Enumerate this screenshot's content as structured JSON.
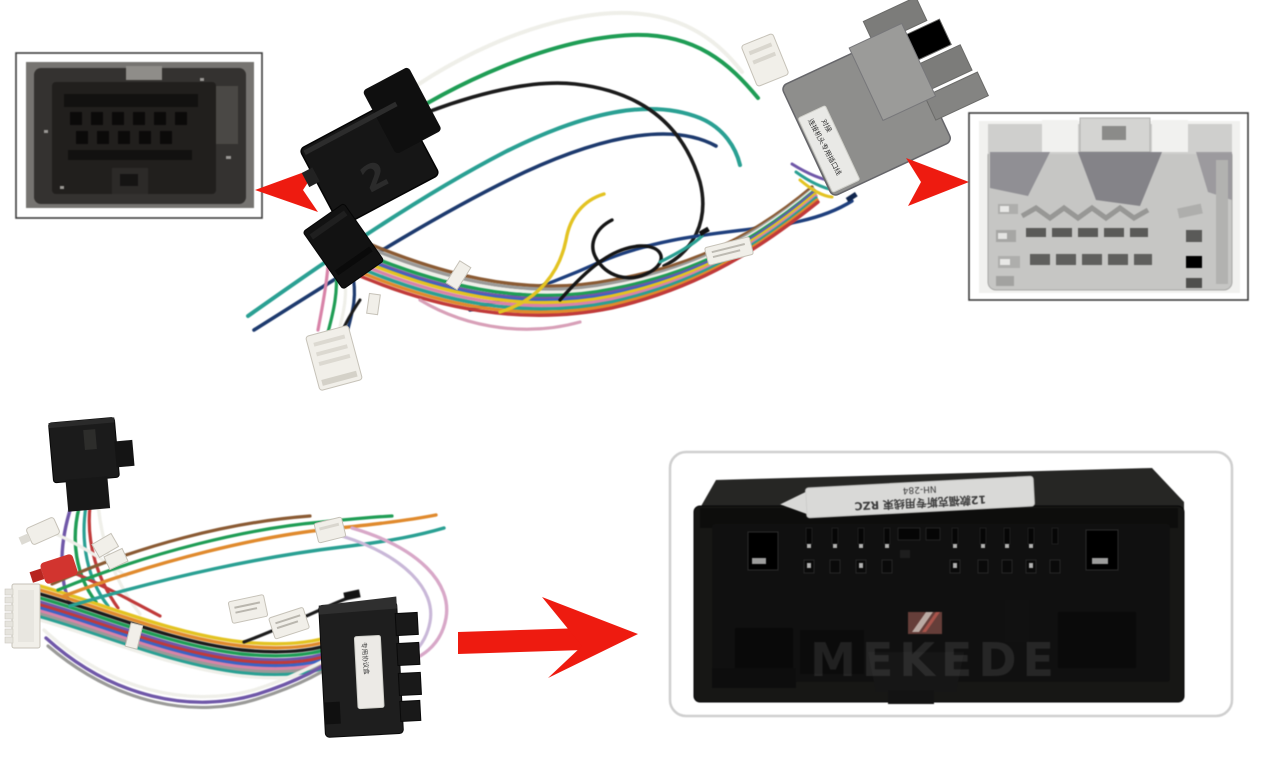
{
  "scene": {
    "type": "product-photo",
    "subject": "car-stereo wiring harness adapter set with connector close-up insets and red pointer arrows",
    "background_color": "#ffffff"
  },
  "colors": {
    "page_bg": "#ffffff",
    "arrow_red": "#ee1b10",
    "connector_black": "#171717",
    "connector_gray": "#8e8e8c",
    "plastic_white": "#f1efe9",
    "label_silver": "#d9d9d7",
    "photo_frame_border": "#3c3c3c",
    "wire_palette": [
      "#efefe9",
      "#1f9d55",
      "#2aa093",
      "#1d3a6e",
      "#3b63c4",
      "#6f57a8",
      "#1b1b1b",
      "#e3c322",
      "#e08a2d",
      "#d883a8",
      "#c03a3a",
      "#8a5a33",
      "#9a9a98",
      "#d8a8c8"
    ]
  },
  "labels": {
    "quadlock_molded_digit": "2",
    "gray_plug_sticker_text": "连接机头专用插口线",
    "gray_plug_sticker_text2": "对接",
    "canbus_box_sticker_text": "专用协议盒",
    "bottom_label_line1": "12款福克斯专用线束 RZC",
    "bottom_label_line2": "NH-284",
    "watermark_text": "MEKEDE"
  }
}
